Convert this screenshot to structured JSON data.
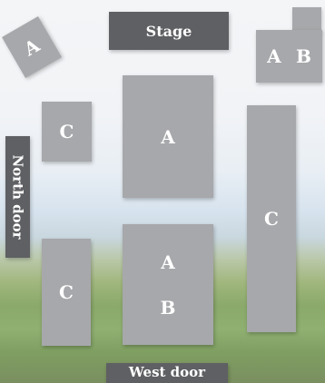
{
  "map": {
    "stage": "Stage",
    "west_door": "West door",
    "north_door": "North door",
    "sections": {
      "top_left": "A",
      "top_right_a": "A",
      "top_right_b": "B",
      "left_middle": "C",
      "center_top": "A",
      "right_tall": "C",
      "center_bottom_a": "A",
      "center_bottom_b": "B",
      "left_bottom": "C"
    }
  }
}
